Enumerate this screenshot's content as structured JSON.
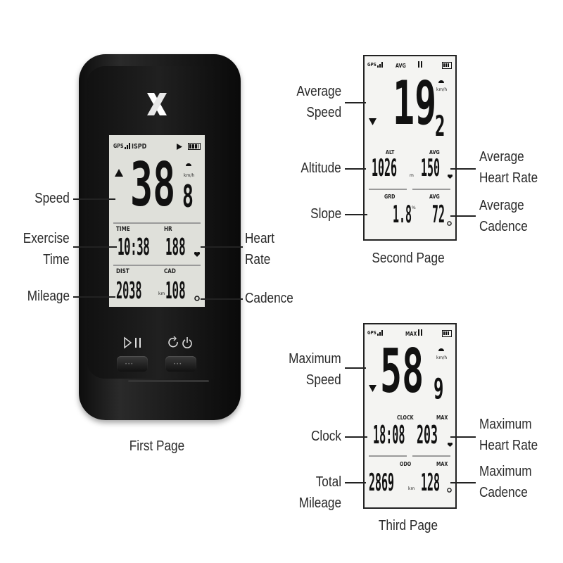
{
  "first_page": {
    "caption": "First Page",
    "logo": "x-logo",
    "status": {
      "gps": "GPS",
      "speed_tag": "ISPD"
    },
    "main": {
      "speed_big": "38",
      "speed_decimal": "8",
      "unit": "km/h"
    },
    "time": {
      "label": "TIME",
      "value": "10:38"
    },
    "hr": {
      "label": "HR",
      "value": "188"
    },
    "dist": {
      "label": "DIST",
      "value": "2038",
      "unit": "km"
    },
    "cad": {
      "label": "CAD",
      "value": "108"
    },
    "buttons": {
      "left_icon": "play-pause-icon",
      "right_icon": "refresh-power-icon"
    },
    "callouts": {
      "speed": "Speed",
      "exercise_time": [
        "Exercise",
        "Time"
      ],
      "mileage": "Mileage",
      "heart_rate": [
        "Heart",
        "Rate"
      ],
      "cadence": "Cadence"
    }
  },
  "second_page": {
    "caption": "Second Page",
    "status": {
      "gps": "GPS",
      "avg": "AVG"
    },
    "main": {
      "speed_big": "19",
      "speed_decimal": "2",
      "unit": "km/h"
    },
    "alt": {
      "label": "ALT",
      "value": "1026",
      "unit": "m"
    },
    "avg_hr": {
      "label": "AVG",
      "value": "150"
    },
    "grd": {
      "label": "GRD",
      "value": "1.8",
      "unit": "%"
    },
    "avg_cad": {
      "label": "AVG",
      "value": "72"
    },
    "callouts": {
      "average_speed": [
        "Average",
        "Speed"
      ],
      "altitude": "Altitude",
      "slope": "Slope",
      "average_heart_rate": [
        "Average",
        "Heart Rate"
      ],
      "average_cadence": [
        "Average",
        "Cadence"
      ]
    }
  },
  "third_page": {
    "caption": "Third Page",
    "status": {
      "gps": "GPS",
      "max": "MAX"
    },
    "main": {
      "speed_big": "58",
      "speed_decimal": "9",
      "unit": "km/h"
    },
    "clock": {
      "label": "CLOCK",
      "value": "18:08"
    },
    "max_hr": {
      "label": "MAX",
      "value": "203"
    },
    "odo": {
      "label": "ODO",
      "value": "2869",
      "unit": "km"
    },
    "max_cad": {
      "label": "MAX",
      "value": "128"
    },
    "callouts": {
      "maximum_speed": [
        "Maximum",
        "Speed"
      ],
      "clock": "Clock",
      "total_mileage": [
        "Total",
        "Mileage"
      ],
      "maximum_heart_rate": [
        "Maximum",
        "Heart Rate"
      ],
      "maximum_cadence": [
        "Maximum",
        "Cadence"
      ]
    }
  },
  "colors": {
    "lcd": "#dfe0da",
    "device": "#1a1a1a",
    "accent_logo": "#ffffff"
  }
}
